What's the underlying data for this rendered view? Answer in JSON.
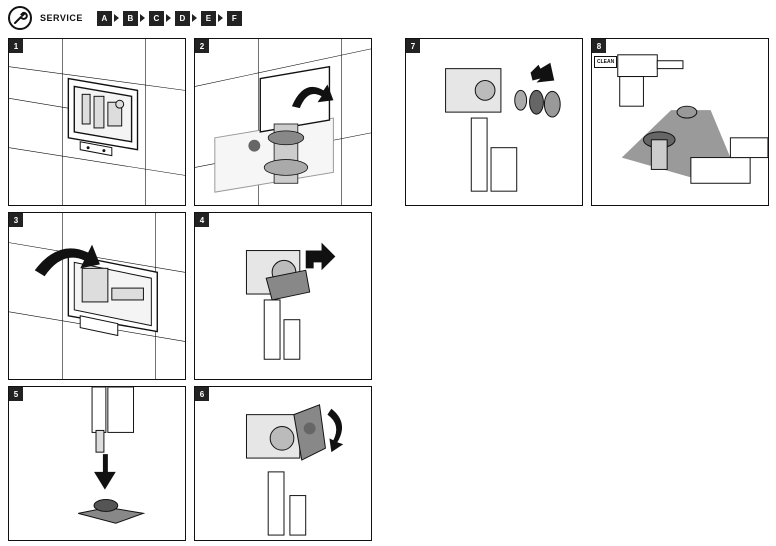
{
  "header": {
    "icon": "wrench-icon",
    "title": "SERVICE",
    "steps": [
      "A",
      "B",
      "C",
      "D",
      "E",
      "F"
    ]
  },
  "panels": [
    {
      "number": "1"
    },
    {
      "number": "2"
    },
    {
      "number": "3"
    },
    {
      "number": "4"
    },
    {
      "number": "5"
    },
    {
      "number": "6"
    },
    {
      "number": "7"
    },
    {
      "number": "8",
      "tag": "CLEAN"
    }
  ],
  "colors": {
    "ink": "#111111",
    "badge": "#222222",
    "grey": "#9a9a9a",
    "light_grey": "#c8c8c8"
  }
}
